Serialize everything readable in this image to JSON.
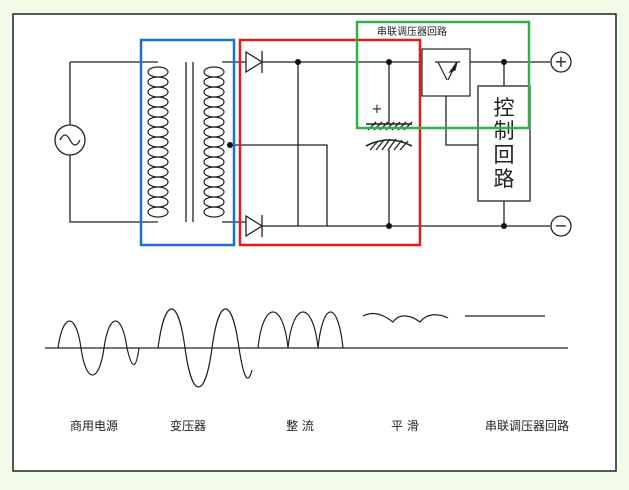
{
  "labels": {
    "series_regulator_box": "串联调压器回路",
    "control_line1": "控",
    "control_line2": "制",
    "control_line3": "回",
    "control_line4": "路",
    "plus_terminal": "+",
    "minus_terminal": "−",
    "capacitor_plus": "+",
    "stage_mains": "商用电源",
    "stage_transformer": "变压器",
    "stage_rectify": "整 流",
    "stage_smooth": "平 滑",
    "stage_regulator": "串联调压器回路"
  },
  "colors": {
    "background": "#f3fbe9",
    "panel": "#ffffff",
    "wire": "#222222",
    "transformer_highlight": "#1a6fd0",
    "rectifier_highlight": "#e41b1b",
    "regulator_highlight": "#2db24a"
  },
  "icons": {
    "source": "ac-source-icon",
    "terminals": [
      "plus-terminal-icon",
      "minus-terminal-icon"
    ]
  }
}
